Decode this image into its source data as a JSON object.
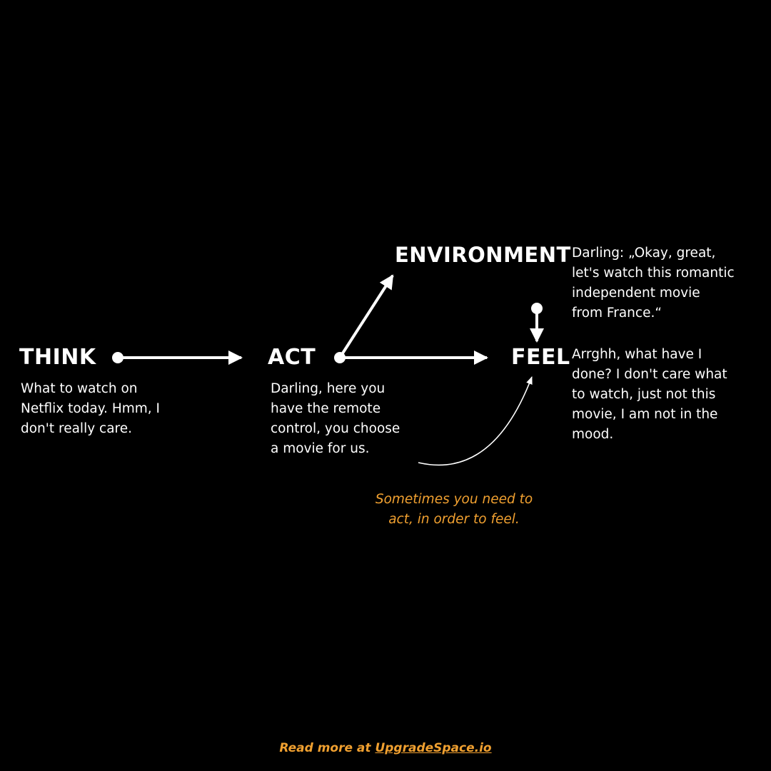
{
  "colors": {
    "background": "#000000",
    "text": "#ffffff",
    "accent": "#f0a030"
  },
  "nodes": {
    "think": {
      "title": "THINK",
      "lines": [
        "What to watch on",
        "Netflix today. Hmm, I",
        "don't really care."
      ]
    },
    "act": {
      "title": "ACT",
      "lines": [
        "Darling, here you",
        "have the remote",
        "control, you choose",
        "a movie for us."
      ]
    },
    "environment": {
      "title": "ENVIRONMENT",
      "lines": [
        "Darling: „Okay, great,",
        "let's watch this romantic",
        "independent movie",
        "from France.“"
      ]
    },
    "feel": {
      "title": "FEEL",
      "lines": [
        "Arrghh, what have I",
        "done? I don't care what",
        "to watch, just not this",
        "movie, I am not in the",
        "mood."
      ]
    }
  },
  "note": {
    "lines": [
      "Sometimes you need to",
      "act, in order to feel."
    ]
  },
  "footer": {
    "prefix": "Read more at ",
    "link": "UpgradeSpace.io"
  }
}
